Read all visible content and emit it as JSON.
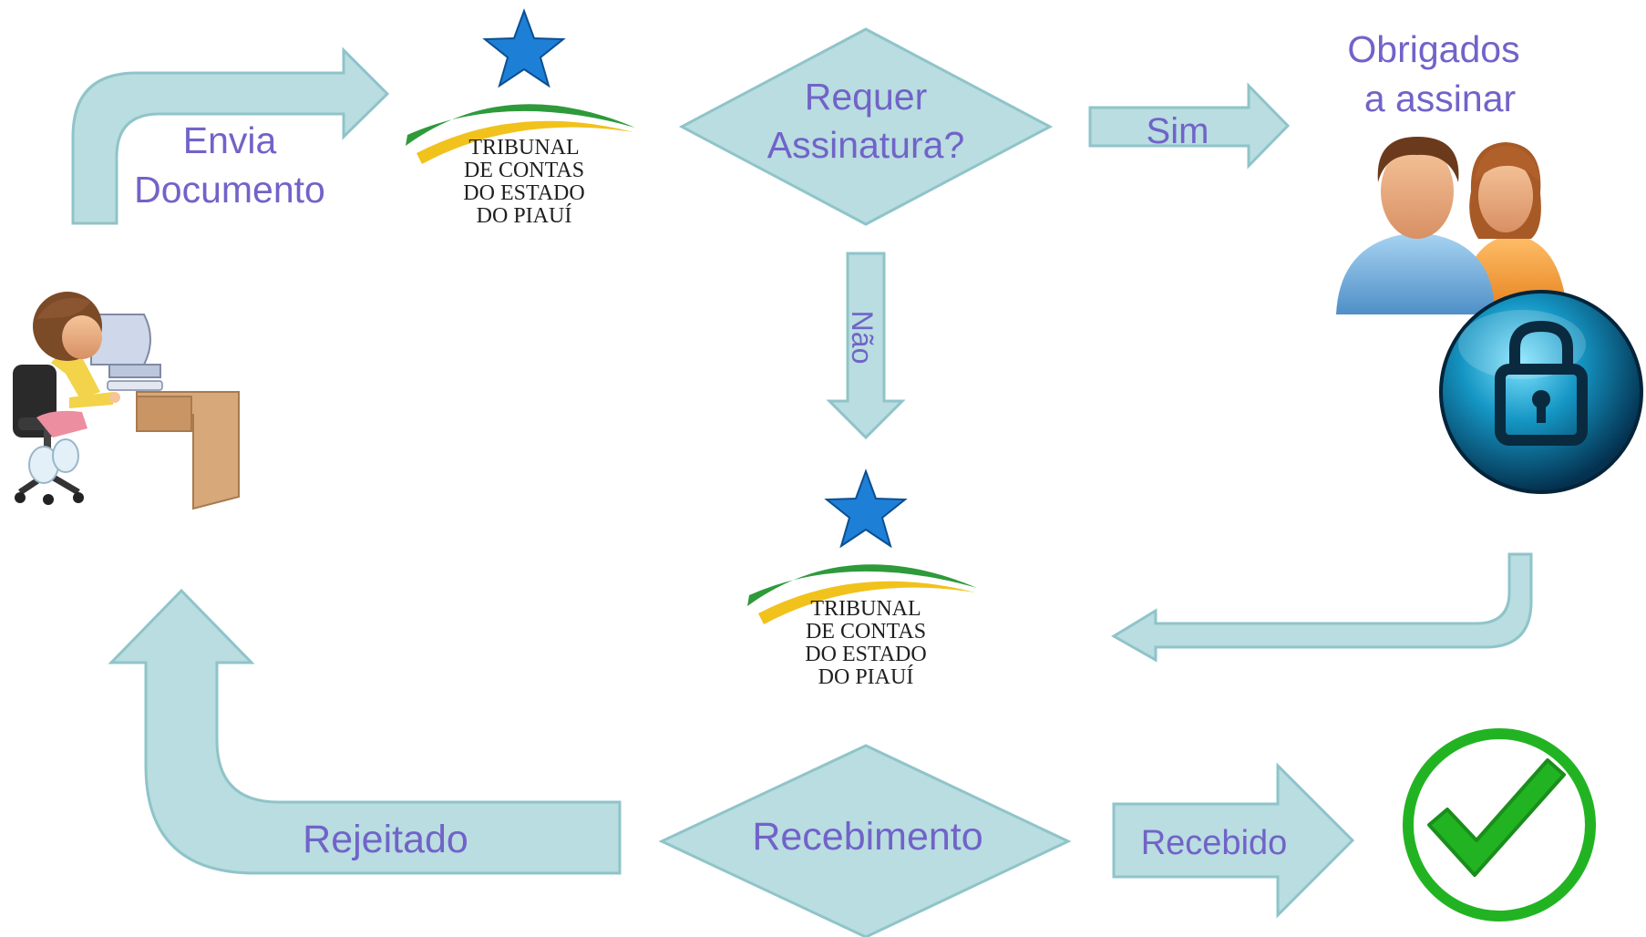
{
  "colors": {
    "shape_fill": "#b9dde0",
    "shape_stroke": "#8fc4c9",
    "label": "#7163c9",
    "star": "#1e7fd6",
    "swoosh_green": "#2e9a3a",
    "swoosh_yellow": "#f1c21b",
    "check_green": "#22b323",
    "lock_blue": "#0d6fa0"
  },
  "diagram": {
    "send_label_line1": "Envia",
    "send_label_line2": "Documento",
    "decision_signature_line1": "Requer",
    "decision_signature_line2": "Assinatura?",
    "yes_label": "Sim",
    "no_label": "Não",
    "signers_label_line1": "Obrigados",
    "signers_label_line2": "a assinar",
    "receipt_label": "Recebimento",
    "rejected_label": "Rejeitado",
    "received_label": "Recebido"
  },
  "logo": {
    "line1": "TRIBUNAL",
    "line2": "DE CONTAS",
    "line3": "DO ESTADO",
    "line4": "DO PIAUÍ"
  },
  "icons": {
    "user_at_computer": "person-at-computer-icon",
    "signers": "people-icon",
    "lock": "lock-icon",
    "success": "checkmark-icon",
    "logo_star": "star-icon"
  }
}
